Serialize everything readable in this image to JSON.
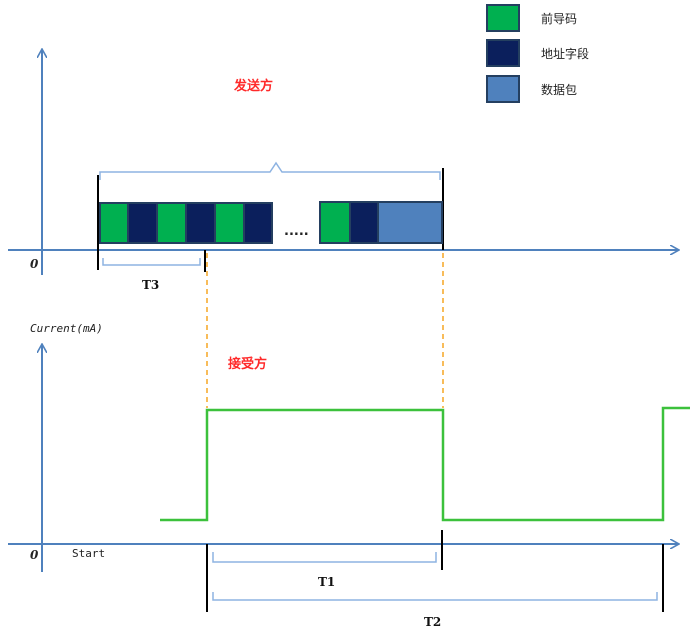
{
  "legend": {
    "preamble": "前导码",
    "address": "地址字段",
    "packet": "数据包"
  },
  "colors": {
    "axis": "#4f81bd",
    "preamble": "#00b050",
    "address": "#0b1f5c",
    "packet": "#4f81bd",
    "block_border": "#243f60",
    "current": "#3cc13c",
    "guide": "#f5a623",
    "label_red": "#ff2a2a",
    "bracket": "#8db3e2"
  },
  "sender": {
    "title": "发送方",
    "origin": "0",
    "ellipsis": ".....",
    "t3_label": "T3"
  },
  "receiver": {
    "title": "接受方",
    "y_axis_label": "Current(mA)",
    "origin": "0",
    "start_label": "Start",
    "t1_label": "T1",
    "t2_label": "T2"
  }
}
